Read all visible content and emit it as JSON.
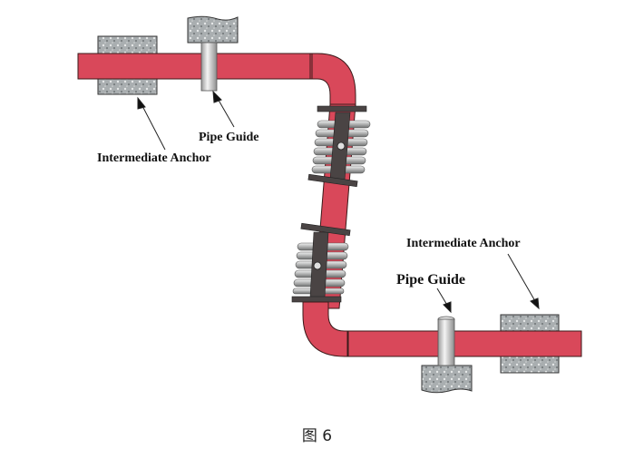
{
  "diagram": {
    "title": "Pipe expansion joint arrangement with guides and anchors",
    "labels": {
      "top_pipe_guide": "Pipe Guide",
      "top_anchor": "Intermediate Anchor",
      "bottom_pipe_guide": "Pipe Guide",
      "bottom_anchor": "Intermediate Anchor"
    },
    "colors": {
      "pipe": "#d9485a",
      "pipe_outline": "#3a1a1a",
      "concrete": "#a9aeb0",
      "guide": "#d8d8d8",
      "bellows": "#b9bcbc",
      "hinge": "#4a4444"
    }
  },
  "caption": "图 6"
}
